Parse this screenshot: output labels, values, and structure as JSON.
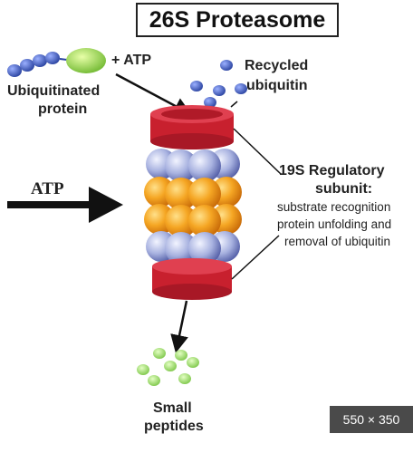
{
  "title": "26S Proteasome",
  "labels": {
    "plus_atp": "+ ATP",
    "ubiquitinated_line1": "Ubiquitinated",
    "ubiquitinated_line2": "protein",
    "recycled_line1": "Recycled",
    "recycled_line2": "ubiquitin",
    "atp_left": "ATP",
    "regulatory_line1": "19S Regulatory",
    "regulatory_line2": "subunit:",
    "desc_line1": "substrate recognition",
    "desc_line2": "protein unfolding and",
    "desc_line3": "removal of ubiquitin",
    "small_line1": "Small",
    "small_line2": "peptides"
  },
  "image_size_badge": "550 × 350",
  "colors": {
    "ubiquitin_blue": "#3f5fb8",
    "protein_green": "#9fd45a",
    "cap_red": "#d0283c",
    "ring_blue": "#9aa6d8",
    "core_orange": "#f0a020",
    "peptide_green": "#a6dc6a"
  }
}
